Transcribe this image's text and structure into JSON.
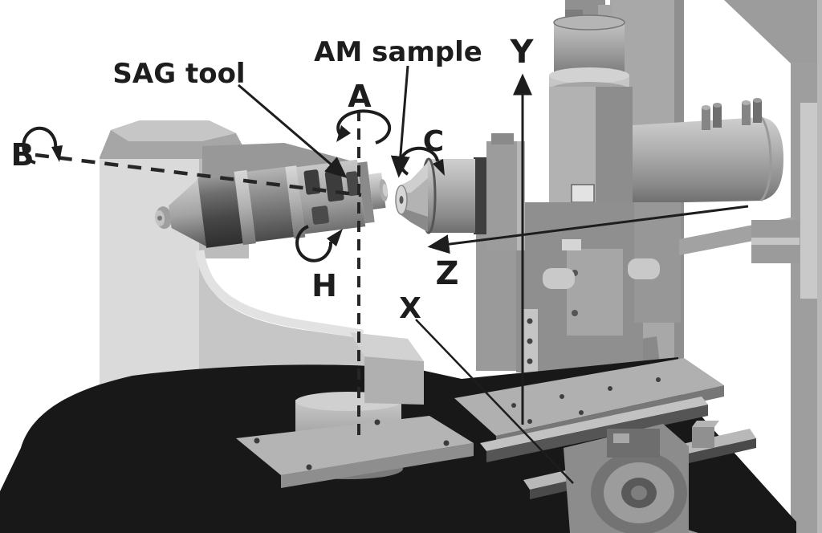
{
  "diagram": {
    "labels": {
      "sag_tool": "SAG tool",
      "am_sample": "AM sample",
      "axis_a": "A",
      "axis_b": "B",
      "axis_c": "C",
      "axis_h": "H",
      "axis_x": "X",
      "axis_y": "Y",
      "axis_z": "Z"
    },
    "colors": {
      "background": "#ffffff",
      "annotation": "#1d1d1d",
      "machine_light_gray": "#d9d9d9",
      "machine_mid_gray": "#9a9a9a",
      "machine_dark_gray": "#4a4a4a",
      "base_black": "#181818"
    }
  }
}
